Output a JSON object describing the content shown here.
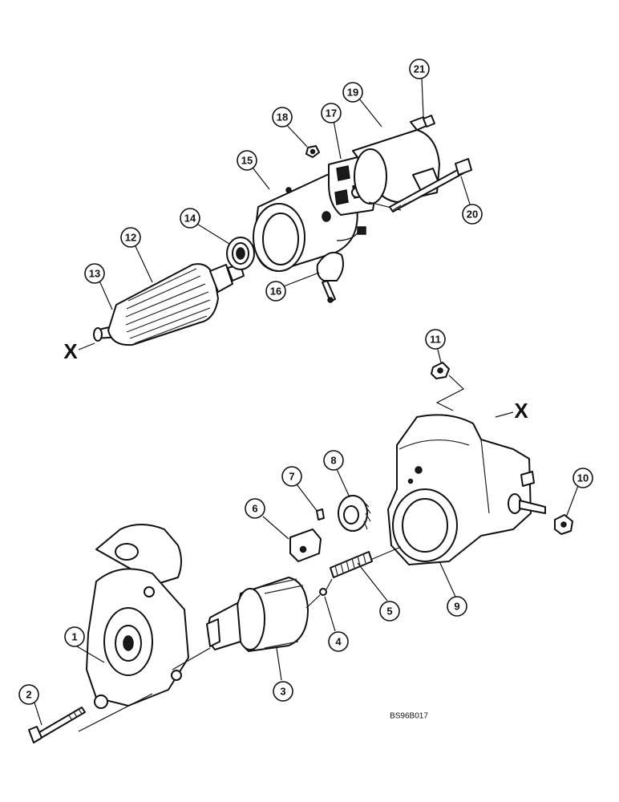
{
  "diagram": {
    "reference_code": "BS96B017",
    "alignment_mark": "X",
    "callouts": [
      "1",
      "2",
      "3",
      "4",
      "5",
      "6",
      "7",
      "8",
      "9",
      "10",
      "11",
      "12",
      "13",
      "14",
      "15",
      "16",
      "17",
      "18",
      "19",
      "20",
      "21"
    ]
  }
}
